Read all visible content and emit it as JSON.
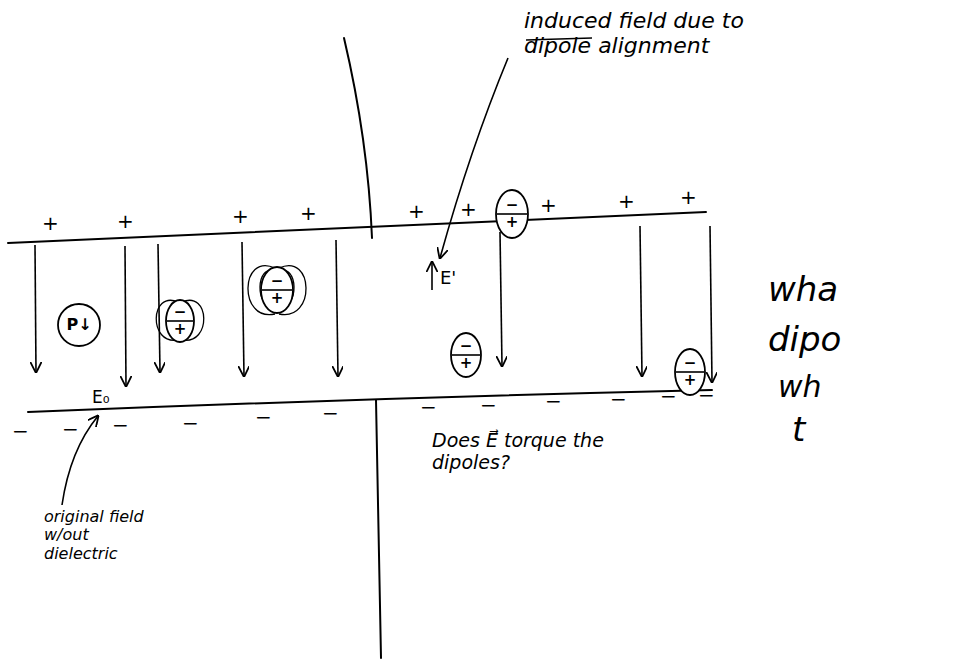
{
  "diagram": {
    "nodes": [
      {
        "text": [
          "P↓"
        ]
      },
      {
        "text": [
          "−",
          "+"
        ]
      },
      {
        "text": [
          "−",
          "+"
        ]
      },
      {
        "text": [
          "−",
          "+"
        ]
      },
      {
        "text": [
          "−",
          "+"
        ]
      },
      {
        "text": [
          "−",
          "+"
        ]
      }
    ],
    "labels": [
      "induced field due to dipole alignment",
      "+",
      "+",
      "+",
      "+",
      "+",
      "+",
      "+",
      "+",
      "+",
      "E'",
      "E₀",
      "original field w/out dielectric",
      "−",
      "−",
      "−",
      "−",
      "−",
      "−",
      "−",
      "−",
      "−",
      "−",
      "−",
      "−",
      "Does E⃗ torque the dipoles?",
      "wha",
      "dipo",
      "wh",
      "t"
    ]
  }
}
